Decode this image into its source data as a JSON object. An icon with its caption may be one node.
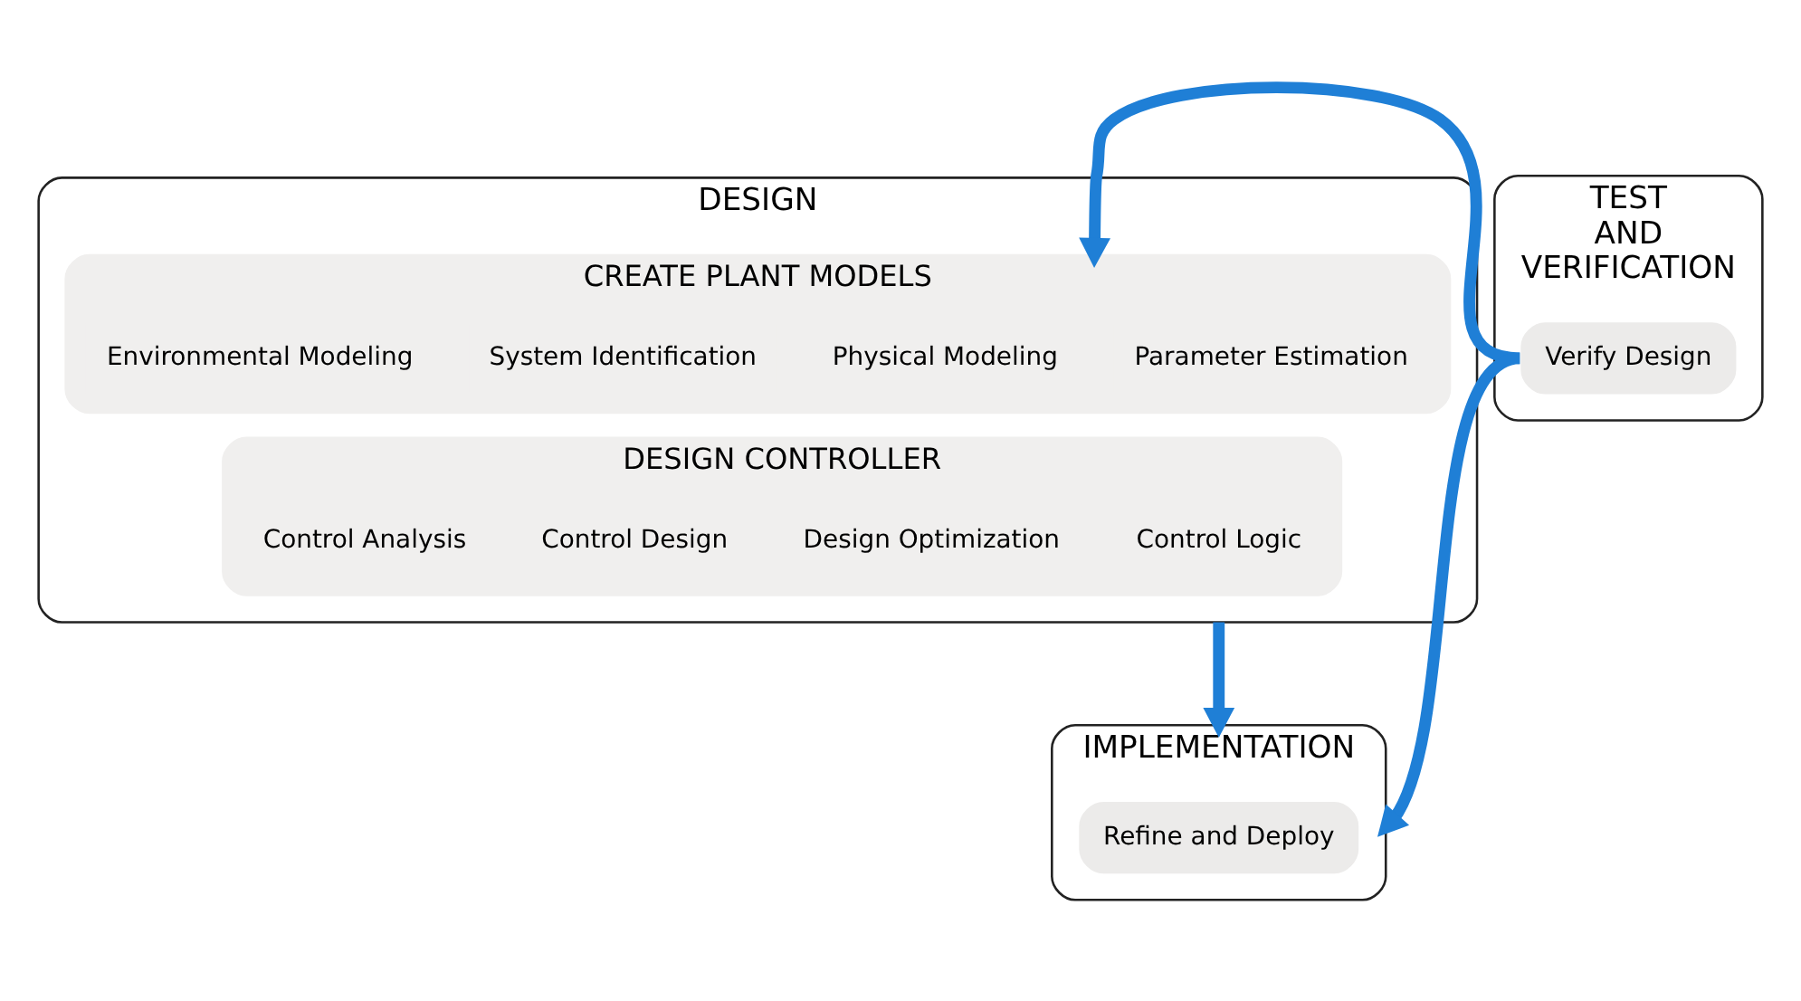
{
  "diagram": {
    "nodes": [
      {
        "text": [
          "DESIGN"
        ]
      },
      {
        "text": [
          "CREATE PLANT MODELS"
        ],
        "in": 0
      },
      {
        "text": [
          "Environmental Modeling"
        ],
        "in": 1
      },
      {
        "text": [
          "System Identification"
        ],
        "in": 1
      },
      {
        "text": [
          "Physical Modeling"
        ],
        "in": 1
      },
      {
        "text": [
          "Parameter Estimation"
        ],
        "in": 1
      },
      {
        "text": [
          "DESIGN CONTROLLER"
        ],
        "in": 0
      },
      {
        "text": [
          "Control Analysis"
        ],
        "in": 6
      },
      {
        "text": [
          "Control Design"
        ],
        "in": 6
      },
      {
        "text": [
          "Design Optimization"
        ],
        "in": 6
      },
      {
        "text": [
          "Control Logic"
        ],
        "in": 6
      },
      {
        "text": [
          "TEST AND VERIFICATION"
        ]
      },
      {
        "text": [
          "Verify Design"
        ],
        "in": 11
      },
      {
        "text": [
          "IMPLEMENTATION"
        ]
      },
      {
        "text": [
          "Refine and Deploy"
        ],
        "in": 13
      }
    ],
    "edges": [
      {
        "from": 0,
        "to": 13,
        "arrow": "to"
      },
      {
        "from": 12,
        "to": 1,
        "arrow": "to"
      },
      {
        "from": 12,
        "to": 13,
        "arrow": "to"
      }
    ]
  }
}
